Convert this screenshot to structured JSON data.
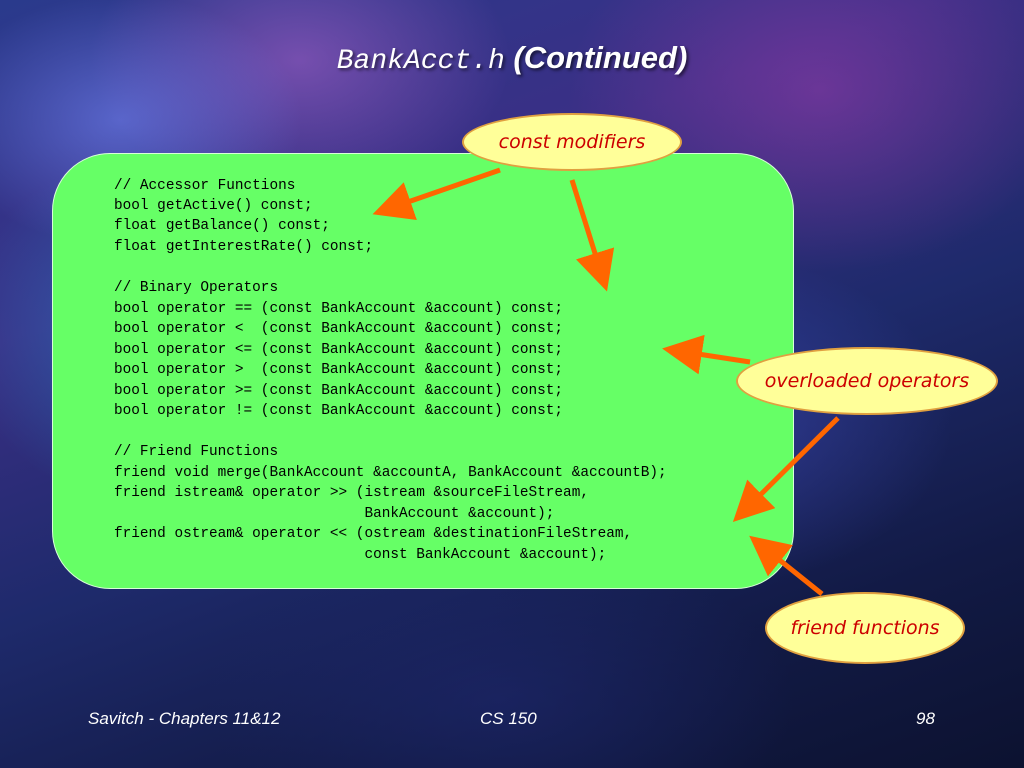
{
  "slide": {
    "title_code": "BankAcct.h",
    "title_rest": "(Continued)"
  },
  "code_lines": [
    "// Accessor Functions",
    "bool getActive() const;",
    "float getBalance() const;",
    "float getInterestRate() const;",
    "",
    "// Binary Operators",
    "bool operator == (const BankAccount &account) const;",
    "bool operator <  (const BankAccount &account) const;",
    "bool operator <= (const BankAccount &account) const;",
    "bool operator >  (const BankAccount &account) const;",
    "bool operator >= (const BankAccount &account) const;",
    "bool operator != (const BankAccount &account) const;",
    "",
    "// Friend Functions",
    "friend void merge(BankAccount &accountA, BankAccount &accountB);",
    "friend istream& operator >> (istream &sourceFileStream,",
    "                             BankAccount &account);",
    "friend ostream& operator << (ostream &destinationFileStream,",
    "                             const BankAccount &account);"
  ],
  "callouts": {
    "const_modifiers": "const modifiers",
    "overloaded_operators": "overloaded operators",
    "friend_functions": "friend functions"
  },
  "footer": {
    "left": "Savitch - Chapters 11&12",
    "center": "CS 150",
    "page": "98"
  },
  "colors": {
    "code_box": "#66ff66",
    "callout_fill": "#ffff99",
    "callout_text": "#cc0000",
    "arrow": "#ff6600"
  }
}
